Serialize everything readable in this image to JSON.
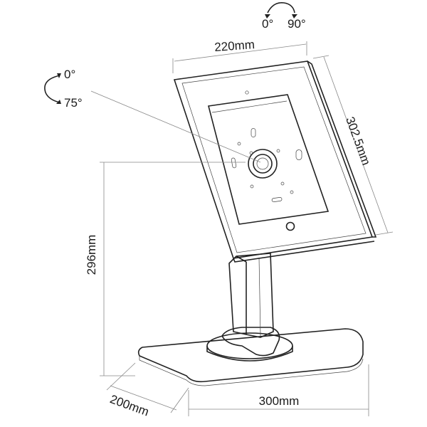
{
  "dimensions": {
    "width_top": "220mm",
    "height_panel": "302.5mm",
    "stand_height": "296mm",
    "base_depth": "200mm",
    "base_width": "300mm"
  },
  "swivel": {
    "start": "0°",
    "end": "90°"
  },
  "tilt": {
    "start": "0°",
    "end": "75°"
  }
}
